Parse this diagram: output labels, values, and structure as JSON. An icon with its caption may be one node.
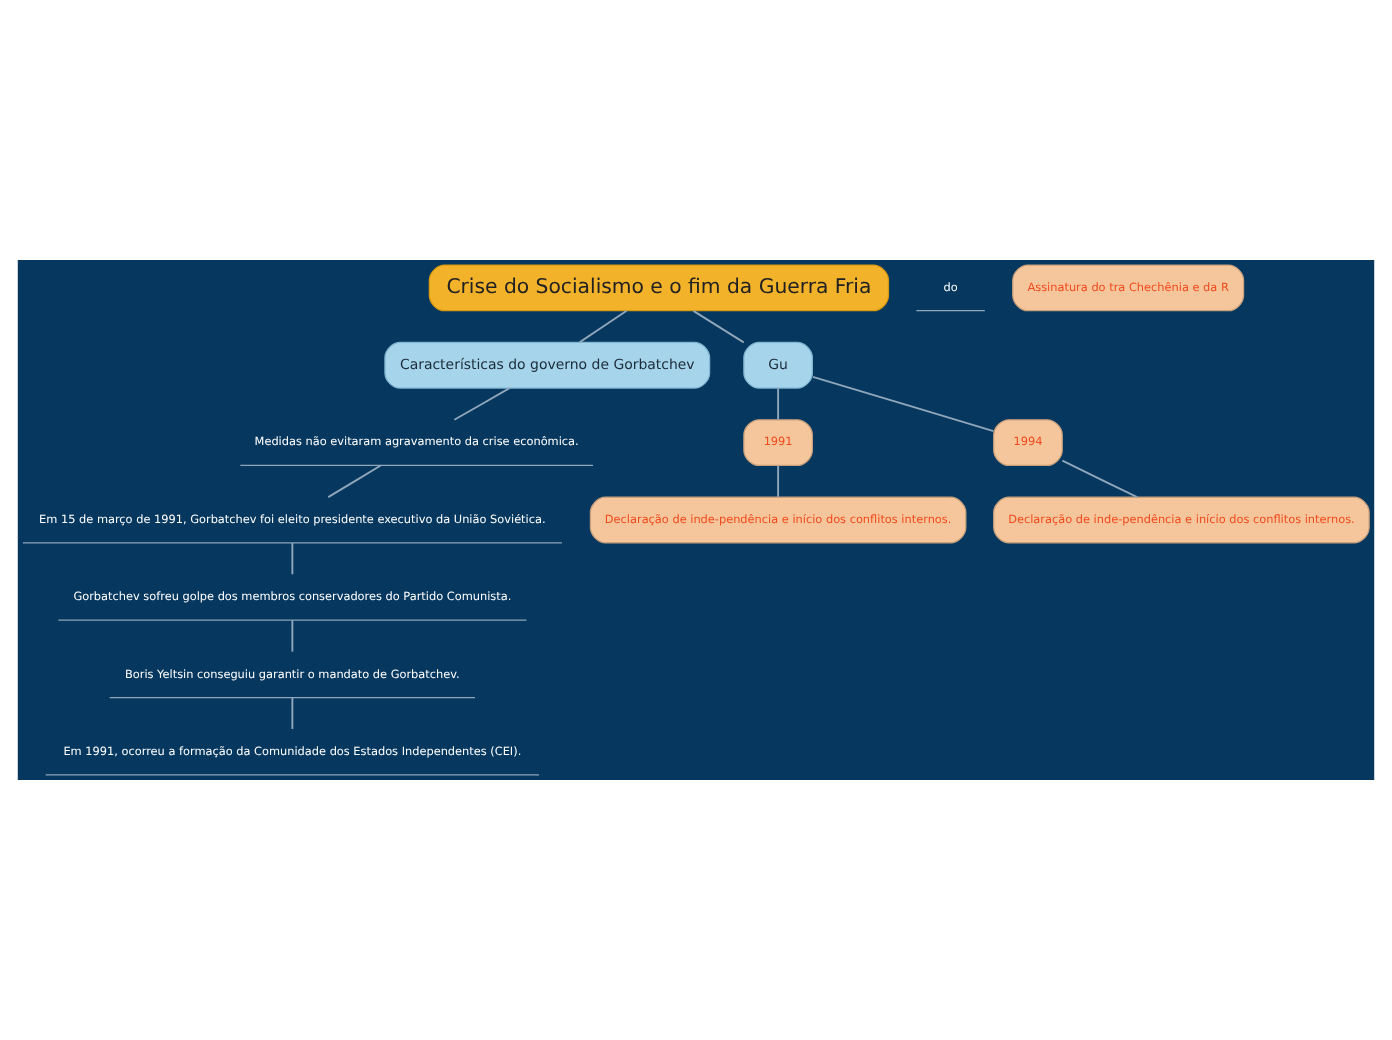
{
  "diagram": {
    "nodes": [
      {
        "text": [
          "Crise do Socialismo e o fim da Guerra Fria"
        ]
      },
      {
        "text": [
          "do"
        ]
      },
      {
        "text": [
          "Características do governo de Gorbatchev"
        ]
      },
      {
        "text": [
          "Medidas não evitaram agravamento da crise econômica."
        ]
      },
      {
        "text": [
          "Em 15 de março de 1991, Gorbatchev foi eleito presidente executivo da União Soviética."
        ]
      },
      {
        "text": [
          "Gorbatchev sofreu golpe dos membros conservadores do Partido Comunista."
        ]
      },
      {
        "text": [
          "Boris Yeltsin conseguiu garantir o mandato de Gorbatchev."
        ]
      },
      {
        "text": [
          "Em 1991, ocorreu a formação da Comunidade dos Estados Independentes (CEI)."
        ]
      },
      {
        "text": [
          "Gu"
        ]
      },
      {
        "text": [
          "1991"
        ]
      },
      {
        "text": [
          "Declaração de inde-pendência e início dos conflitos internos."
        ]
      },
      {
        "text": [
          "1994"
        ]
      },
      {
        "text": [
          "Declaração de inde-pendência e início dos conflitos internos."
        ]
      },
      {
        "text": [
          "Assinatura do tra Chechênia e da R"
        ]
      }
    ],
    "edges": [
      {
        "from": 0,
        "to": 2,
        "arrow": "none"
      },
      {
        "from": 2,
        "to": 3,
        "arrow": "none"
      },
      {
        "from": 3,
        "to": 4,
        "arrow": "none"
      },
      {
        "from": 4,
        "to": 5,
        "arrow": "none"
      },
      {
        "from": 5,
        "to": 6,
        "arrow": "none"
      },
      {
        "from": 6,
        "to": 7,
        "arrow": "none"
      },
      {
        "from": 0,
        "to": 8,
        "arrow": "none"
      },
      {
        "from": 8,
        "to": 9,
        "arrow": "none"
      },
      {
        "from": 9,
        "to": 10,
        "arrow": "none"
      },
      {
        "from": 8,
        "to": 11,
        "arrow": "none"
      },
      {
        "from": 11,
        "to": 12,
        "arrow": "none"
      }
    ]
  }
}
